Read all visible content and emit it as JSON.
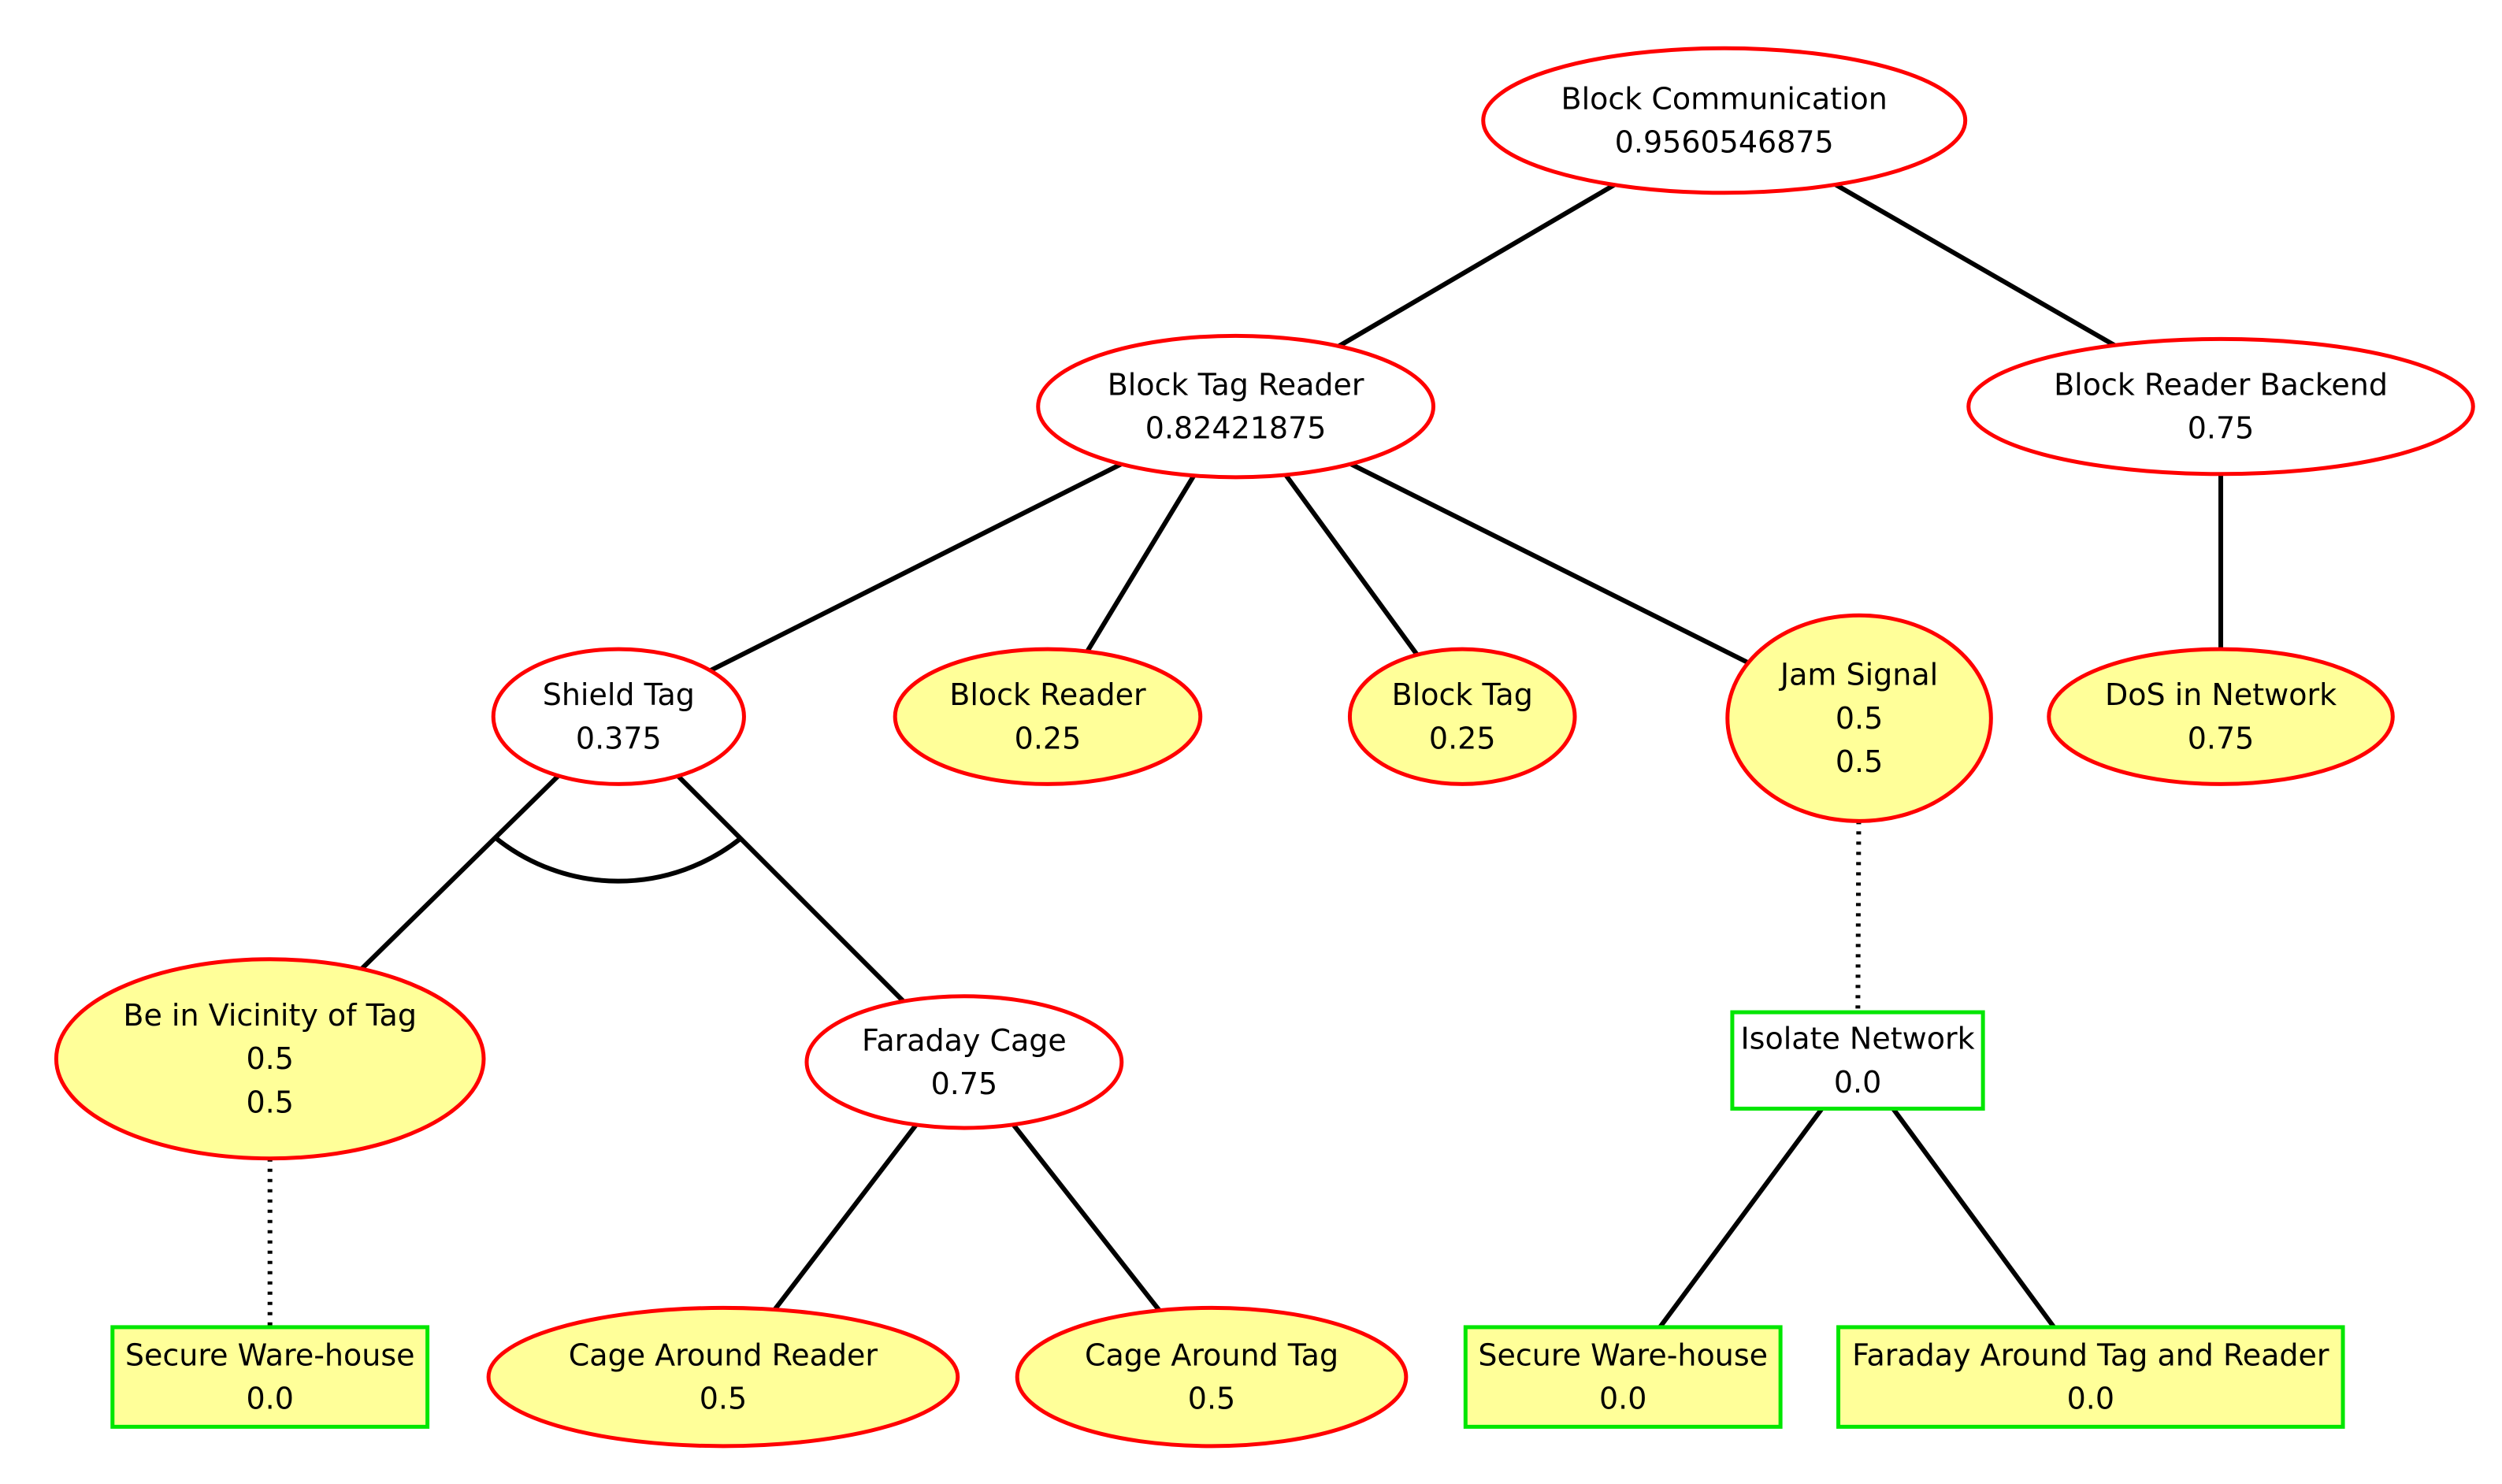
{
  "colors": {
    "attack_border": "#ff0000",
    "defense_border": "#00e600",
    "leaf_fill": "#ffff99",
    "inner_fill": "#ffffff",
    "edge": "#000000"
  },
  "nodes": [
    {
      "id": "block-communication",
      "shape": "ellipse",
      "fill": "inner",
      "lines": [
        "Block Communication",
        "0.9560546875"
      ]
    },
    {
      "id": "block-tag-reader",
      "shape": "ellipse",
      "fill": "inner",
      "lines": [
        "Block Tag Reader",
        "0.82421875"
      ]
    },
    {
      "id": "block-reader-backend",
      "shape": "ellipse",
      "fill": "inner",
      "lines": [
        "Block Reader Backend",
        "0.75"
      ]
    },
    {
      "id": "shield-tag",
      "shape": "ellipse",
      "fill": "inner",
      "lines": [
        "Shield Tag",
        "0.375"
      ]
    },
    {
      "id": "block-reader",
      "shape": "ellipse",
      "fill": "leaf",
      "lines": [
        "Block Reader",
        "0.25"
      ]
    },
    {
      "id": "block-tag",
      "shape": "ellipse",
      "fill": "leaf",
      "lines": [
        "Block Tag",
        "0.25"
      ]
    },
    {
      "id": "jam-signal",
      "shape": "ellipse",
      "fill": "leaf",
      "lines": [
        "Jam Signal",
        "0.5",
        "0.5"
      ]
    },
    {
      "id": "dos-in-network",
      "shape": "ellipse",
      "fill": "leaf",
      "lines": [
        "DoS in Network",
        "0.75"
      ]
    },
    {
      "id": "be-in-vicinity-of-tag",
      "shape": "ellipse",
      "fill": "leaf",
      "lines": [
        "Be in Vicinity of Tag",
        "0.5",
        "0.5"
      ]
    },
    {
      "id": "faraday-cage",
      "shape": "ellipse",
      "fill": "inner",
      "lines": [
        "Faraday Cage",
        "0.75"
      ]
    },
    {
      "id": "isolate-network",
      "shape": "rect",
      "fill": "inner",
      "lines": [
        "Isolate Network",
        "0.0"
      ]
    },
    {
      "id": "secure-ware-house-1",
      "shape": "rect",
      "fill": "leaf",
      "lines": [
        "Secure Ware-house",
        "0.0"
      ]
    },
    {
      "id": "cage-around-reader",
      "shape": "ellipse",
      "fill": "leaf",
      "lines": [
        "Cage Around Reader",
        "0.5"
      ]
    },
    {
      "id": "cage-around-tag",
      "shape": "ellipse",
      "fill": "leaf",
      "lines": [
        "Cage Around Tag",
        "0.5"
      ]
    },
    {
      "id": "secure-ware-house-2",
      "shape": "rect",
      "fill": "leaf",
      "lines": [
        "Secure Ware-house",
        "0.0"
      ]
    },
    {
      "id": "faraday-around-tag-and-reader",
      "shape": "rect",
      "fill": "leaf",
      "lines": [
        "Faraday Around Tag and Reader",
        "0.0"
      ]
    }
  ],
  "edges": [
    {
      "from": "block-communication",
      "to": "block-tag-reader",
      "style": "solid"
    },
    {
      "from": "block-communication",
      "to": "block-reader-backend",
      "style": "solid"
    },
    {
      "from": "block-tag-reader",
      "to": "shield-tag",
      "style": "solid"
    },
    {
      "from": "block-tag-reader",
      "to": "block-reader",
      "style": "solid"
    },
    {
      "from": "block-tag-reader",
      "to": "block-tag",
      "style": "solid"
    },
    {
      "from": "block-tag-reader",
      "to": "jam-signal",
      "style": "solid"
    },
    {
      "from": "block-reader-backend",
      "to": "dos-in-network",
      "style": "solid"
    },
    {
      "from": "shield-tag",
      "to": "be-in-vicinity-of-tag",
      "style": "solid"
    },
    {
      "from": "shield-tag",
      "to": "faraday-cage",
      "style": "solid"
    },
    {
      "from": "jam-signal",
      "to": "isolate-network",
      "style": "dotted"
    },
    {
      "from": "be-in-vicinity-of-tag",
      "to": "secure-ware-house-1",
      "style": "dotted"
    },
    {
      "from": "faraday-cage",
      "to": "cage-around-reader",
      "style": "solid"
    },
    {
      "from": "faraday-cage",
      "to": "cage-around-tag",
      "style": "solid"
    },
    {
      "from": "isolate-network",
      "to": "secure-ware-house-2",
      "style": "solid"
    },
    {
      "from": "isolate-network",
      "to": "faraday-around-tag-and-reader",
      "style": "solid"
    }
  ],
  "conjunctions": [
    {
      "node": "shield-tag",
      "children": [
        "be-in-vicinity-of-tag",
        "faraday-cage"
      ]
    }
  ]
}
